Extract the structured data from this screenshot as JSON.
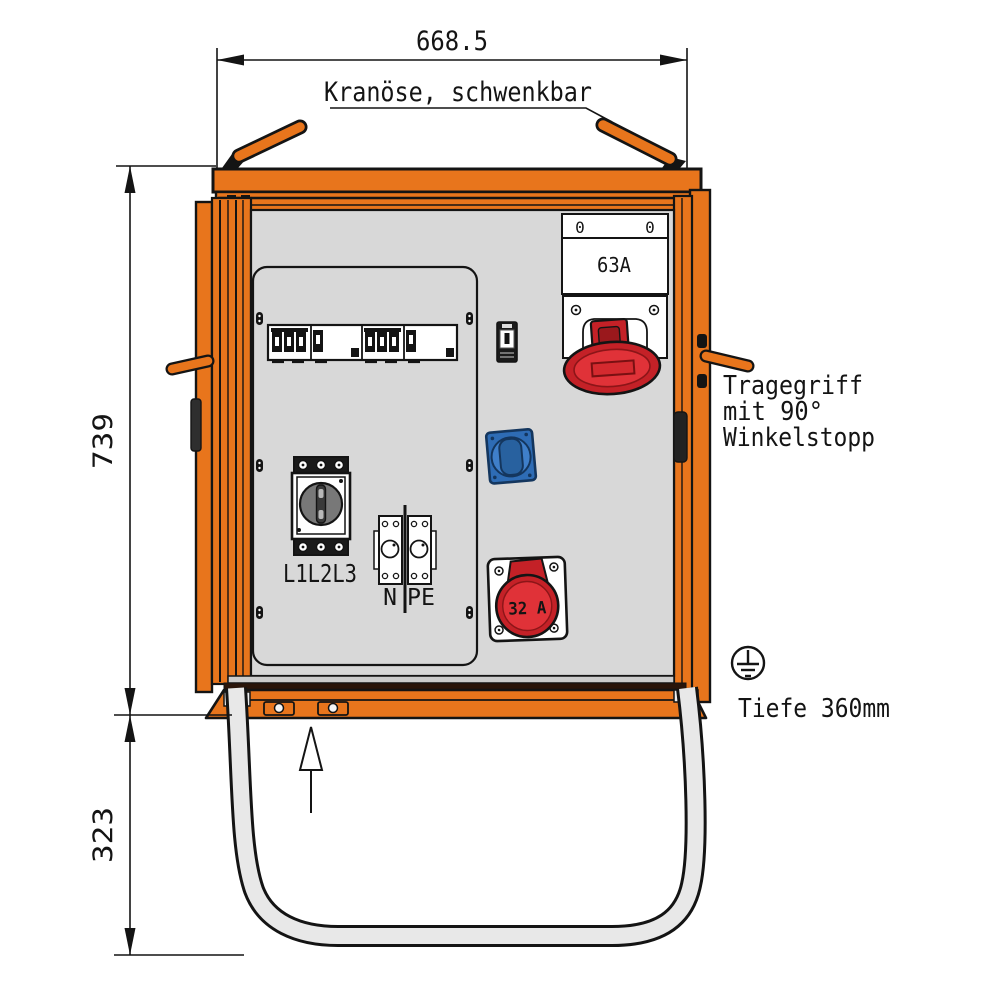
{
  "dimensions": {
    "width": "668.5",
    "height": "739",
    "stand_height": "323"
  },
  "labels": {
    "crane_eye": "Kranöse, schwenkbar",
    "handle_line1": "Tragegriff",
    "handle_line2": "mit 90°",
    "handle_line3": "Winkelstopp",
    "depth": "Tiefe 360mm"
  },
  "components": {
    "cee63_plate_left": "0",
    "cee63_plate_right": "0",
    "cee63_rating": "63A",
    "cee32_rating": "32 A",
    "main_switch_poles": "L1L2L3",
    "terminal_n": "N",
    "terminal_pe": "PE"
  },
  "colors": {
    "cabinet_orange": "#E8751C",
    "panel_gray": "#D8D8D8",
    "socket_red": "#C42127",
    "socket_blue": "#2E6CB5",
    "stand_gray": "#E8E8E8",
    "outline": "#141414"
  }
}
